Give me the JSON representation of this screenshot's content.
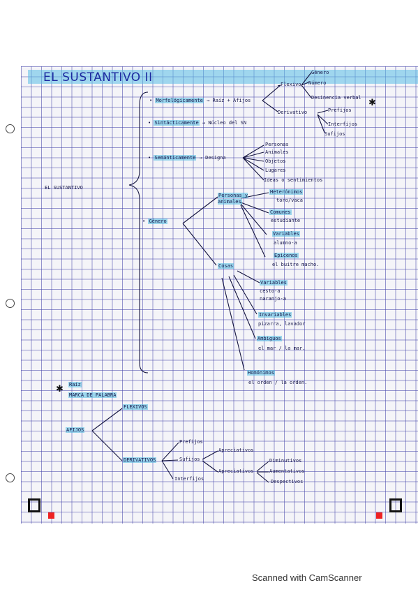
{
  "title": "EL SUSTANTIVO II",
  "footer": "Scanned with CamScanner",
  "root": "EL SUSTANTIVO",
  "sections": {
    "morfologicamente": "Morfológicamente",
    "raiz_afijos": "Raíz + Afijos",
    "flexivo": "Flexivo",
    "genero_small": "Género",
    "numero_small": "Número",
    "desinencia": "Desinencia verbal",
    "derivativo": "Derivativo",
    "prefijos_top": "Prefijos",
    "interfijos_top": "Interfijos",
    "sufijos_top": "Sufijos",
    "sintacticamente": "Sintácticamente",
    "nucleo": "Núcleo del SN",
    "semanticamente": "Semánticamente",
    "designa": "Designa",
    "personas": "Personas",
    "animales": "Animales",
    "objetos": "Objetos",
    "lugares": "Lugares",
    "ideas": "Ideas o sentimientos",
    "genero": "Género",
    "personas_animales": "Personas y animales",
    "heteronimos": "Heterónimos",
    "heteronimos_ex": "toro/vaca",
    "comunes": "Comunes",
    "comunes_ex": "estudiante",
    "variables1": "Variables",
    "variables1_ex": "alumno-a",
    "epicenos": "Epicenos",
    "epicenos_ex": "el buitre macho.",
    "cosas": "Cosas",
    "variables2": "Variables",
    "variables2_ex1": "cesto-a",
    "variables2_ex2": "naranjo-a",
    "invariables": "Invariables",
    "invariables_ex": "pizarra, lavador",
    "ambiguos": "Ambiguos",
    "ambiguos_ex": "el mar / la mar.",
    "homonimos": "Homónimos",
    "homonimos_ex": "el orden / la orden."
  },
  "bottom": {
    "raiz": "Raíz",
    "marca": "MARCA DE PALABRA",
    "afijos": "AFIJOS",
    "flexivos": "FLEXIVOS",
    "derivativos": "DERIVATIVOS",
    "prefijos": "Prefijos",
    "sufijos": "Sufijos",
    "interfijos": "Interfijos",
    "apreciativos_top": "Apreciativos",
    "apreciativos": "Apreciativos",
    "diminutivos": "Diminutivos",
    "aumentativos": "Aumentativos",
    "despectivos": "Despectivos"
  }
}
